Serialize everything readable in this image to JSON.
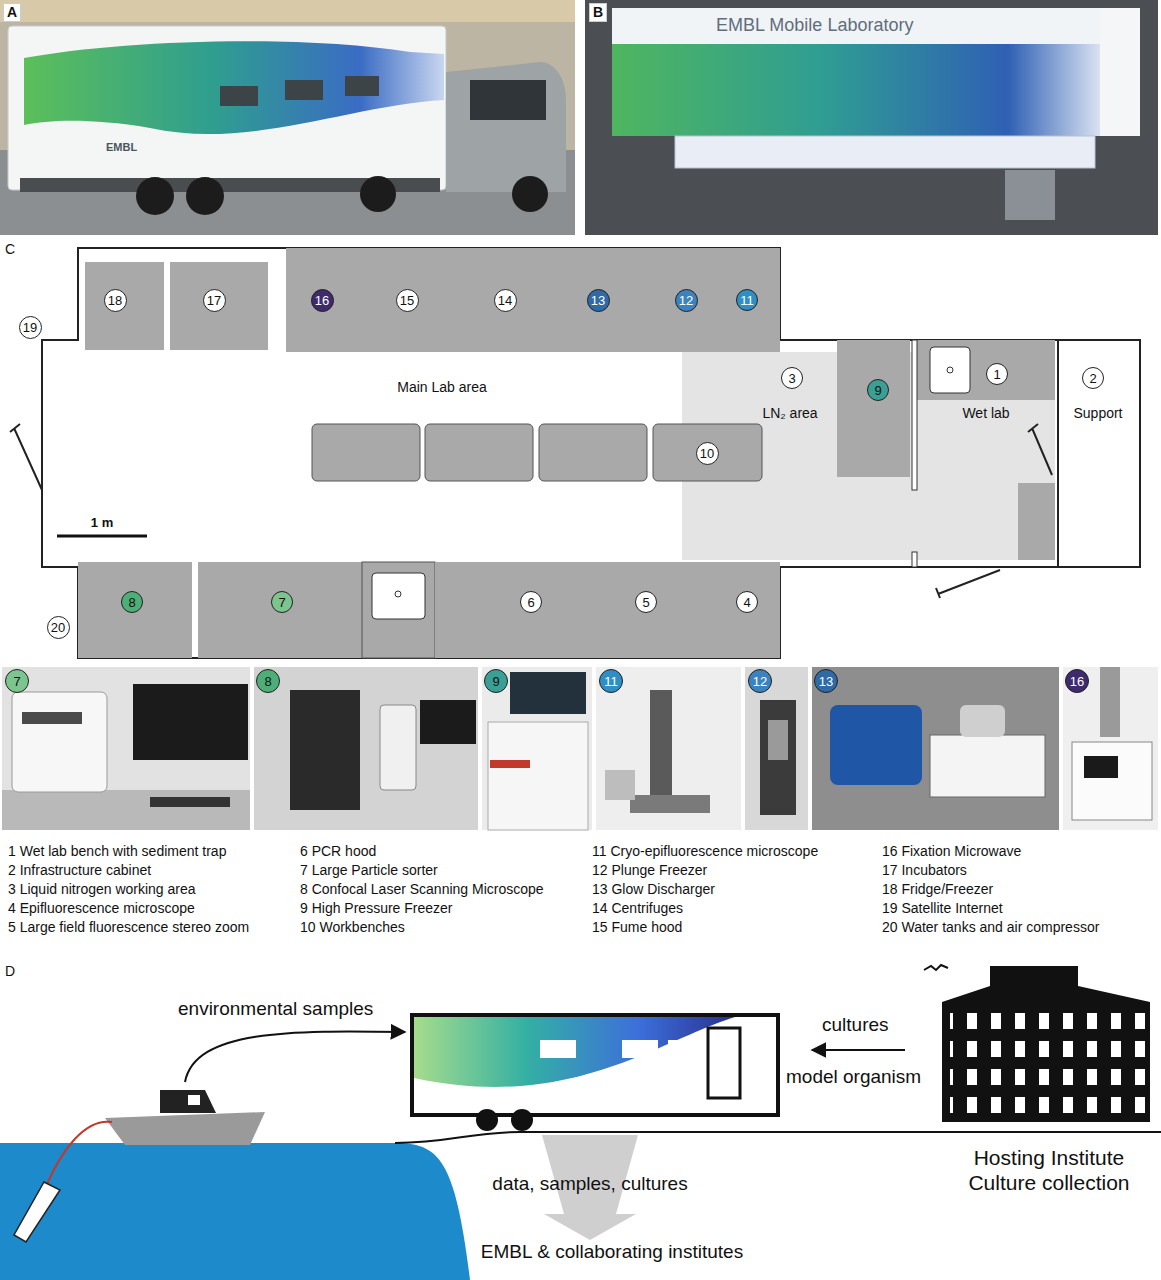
{
  "diagram": {
    "nodes": [
      {
        "text": [
          "18"
        ]
      },
      {
        "text": [
          "17"
        ]
      },
      {
        "text": [
          "16"
        ]
      },
      {
        "text": [
          "15"
        ]
      },
      {
        "text": [
          "14"
        ]
      },
      {
        "text": [
          "13"
        ]
      },
      {
        "text": [
          "12"
        ]
      },
      {
        "text": [
          "11"
        ]
      },
      {
        "text": [
          "19"
        ]
      },
      {
        "text": [
          "3"
        ]
      },
      {
        "text": [
          "9"
        ]
      },
      {
        "text": [
          "1"
        ]
      },
      {
        "text": [
          "2"
        ]
      },
      {
        "text": [
          "10"
        ]
      },
      {
        "text": [
          "8"
        ]
      },
      {
        "text": [
          "7"
        ]
      },
      {
        "text": [
          "6"
        ]
      },
      {
        "text": [
          "5"
        ]
      },
      {
        "text": [
          "4"
        ]
      },
      {
        "text": [
          "20"
        ]
      },
      {
        "text": [
          "7"
        ]
      },
      {
        "text": [
          "8"
        ]
      },
      {
        "text": [
          "9"
        ]
      },
      {
        "text": [
          "11"
        ]
      },
      {
        "text": [
          "12"
        ]
      },
      {
        "text": [
          "13"
        ]
      },
      {
        "text": [
          "16"
        ]
      }
    ],
    "labels": [
      "A",
      "B",
      "EMBL",
      "EMBL Mobile Laboratory",
      "C",
      "Main Lab area",
      "LN₂ area",
      "Wet lab",
      "Support",
      "1 m",
      "1 Wet lab bench with sediment trap",
      "2 Infrastructure cabinet",
      "3 Liquid nitrogen working area",
      "4 Epifluorescence microscope",
      "5 Large field fluorescence stereo zoom",
      "6 PCR hood",
      "7 Large Particle sorter",
      "8 Confocal Laser Scanning Microscope",
      "9 High Pressure Freezer",
      "10 Workbenches",
      "11 Cryo-epifluorescence microscope",
      "12 Plunge Freezer",
      "13 Glow Discharger",
      "14 Centrifuges",
      "15 Fume hood",
      "16 Fixation Microwave",
      "17 Incubators",
      "18 Fridge/Freezer",
      "19 Satellite Internet",
      "20 Water tanks and air compressor",
      "D",
      "environmental samples",
      "cultures",
      "model organism",
      "data, samples, cultures",
      "EMBL & collaborating institutes",
      "Hosting Institute Culture collection"
    ]
  }
}
